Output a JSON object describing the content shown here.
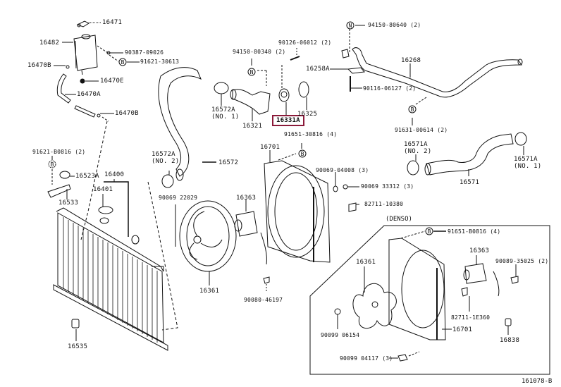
{
  "diagram": {
    "title": "Radiator & Water Outlet / Cooling Fan Parts Diagram",
    "figure_code": "161078-B",
    "highlighted_part": "16331A",
    "highlight_color": "#8b1a3a",
    "denso_group_label": "(DENSO)"
  },
  "labels": {
    "p16471": "16471",
    "p16482": "16482",
    "p90387": "90387-09026",
    "p91621_30613": "91621-30613",
    "p16470B_top": "16470B",
    "p16470E": "16470E",
    "p16470A": "16470A",
    "p16470B_bot": "16470B",
    "p91621_B0816": "91621-B0816 (2)",
    "p16523A": "16523A",
    "p16400": "16400",
    "p16401": "16401",
    "p16533": "16533",
    "p16535": "16535",
    "p94150_80340": "94150-80340 (2)",
    "p90126": "90126-06012 (2)",
    "p16572A_no1": "16572A\n(NO. 1)",
    "p16321": "16321",
    "p16331A": "16331A",
    "p16325": "16325",
    "p91651_30816": "91651-30816 (4)",
    "p16572A_no2": "16572A\n(NO. 2)",
    "p16572": "16572",
    "p16701": "16701",
    "p90069_04008": "90069-04008 (3)",
    "p90069_33312": "90069 33312 (3)",
    "p82711_10380": "82711-10380",
    "p90069_22029": "90069 22029",
    "p16363": "16363",
    "p16361": "16361",
    "p90080_46197": "90080-46197",
    "p94150_80640": "94150-80640 (2)",
    "p16258A": "16258A",
    "p16268": "16268",
    "p90116": "90116-06127 (2)",
    "p91631_00614": "91631-00614 (2)",
    "p16571A_no2": "16571A\n(NO. 2)",
    "p16571A_no1": "16571A\n(NO. 1)",
    "p16571": "16571",
    "d91651_B0816": "91651-B0816 (4)",
    "d16363": "16363",
    "d90089_35025": "90089-35025 (2)",
    "d16361": "16361",
    "d82711_1E360": "82711-1E360",
    "d16701": "16701",
    "d16838": "16838",
    "d90099_06154": "90099 06154",
    "d90099_04117": "90099 04117 (3)"
  },
  "callouts": {
    "N": "N",
    "B": "B"
  }
}
